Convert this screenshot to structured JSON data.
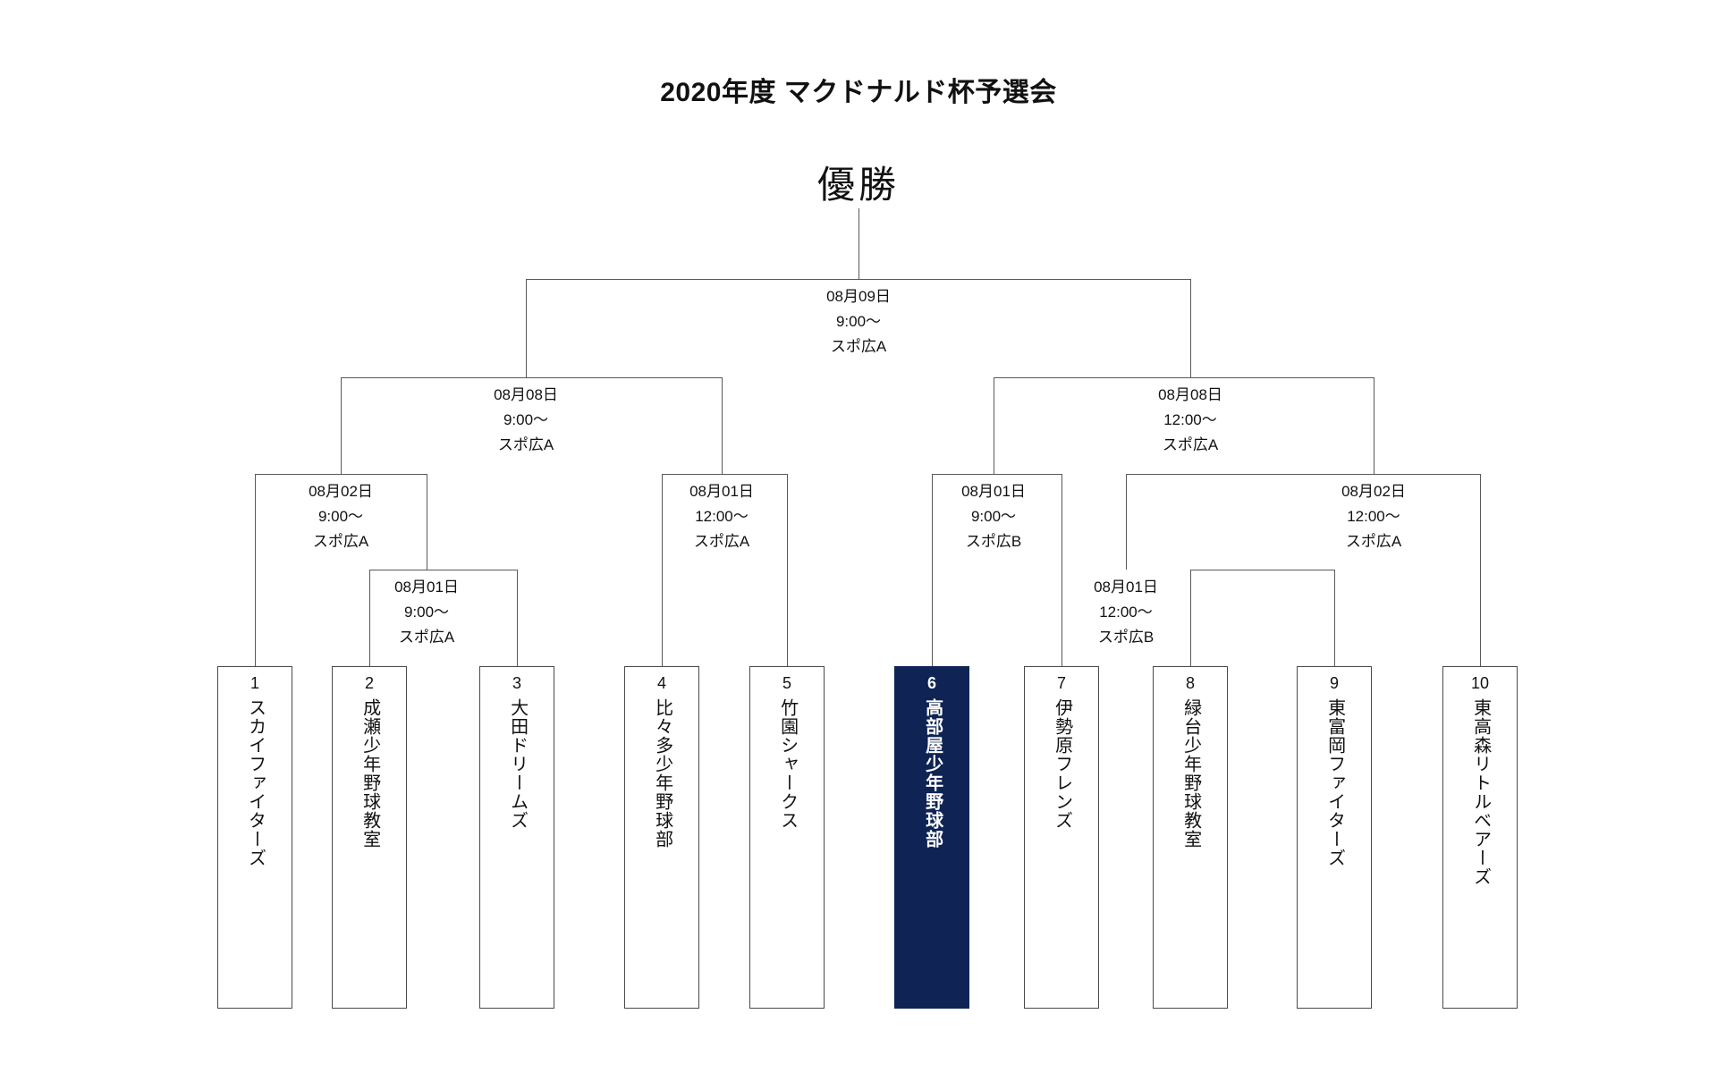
{
  "page": {
    "title": "2020年度 マクドナルド杯予選会",
    "champion_label": "優勝",
    "background_color": "#ffffff",
    "line_color": "#595959",
    "highlight_color": "#0f2354",
    "highlight_text_color": "#ffffff"
  },
  "bracket": {
    "type": "single-elimination",
    "team_count": 10,
    "rounds": [
      {
        "name": "final",
        "matches": [
          {
            "id": "final",
            "date": "08月09日",
            "time": "9:00～",
            "venue": "スポ広A",
            "feeds": [
              "semifinal-left",
              "semifinal-right"
            ]
          }
        ]
      },
      {
        "name": "semifinal",
        "matches": [
          {
            "id": "semifinal-left",
            "date": "08月08日",
            "time": "9:00～",
            "venue": "スポ広A",
            "feeds": [
              "qf-1",
              "qf-2"
            ]
          },
          {
            "id": "semifinal-right",
            "date": "08月08日",
            "time": "12:00～",
            "venue": "スポ広A",
            "feeds": [
              "qf-3",
              "qf-4"
            ]
          }
        ]
      },
      {
        "name": "quarterfinal",
        "matches": [
          {
            "id": "qf-1",
            "date": "08月02日",
            "time": "9:00～",
            "venue": "スポ広A",
            "feeds": [
              "team-1",
              "r1-a"
            ]
          },
          {
            "id": "qf-2",
            "date": "08月01日",
            "time": "12:00～",
            "venue": "スポ広A",
            "feeds": [
              "team-4",
              "team-5"
            ]
          },
          {
            "id": "qf-3",
            "date": "08月01日",
            "time": "9:00～",
            "venue": "スポ広B",
            "feeds": [
              "team-6",
              "team-7"
            ]
          },
          {
            "id": "qf-4",
            "date": "08月02日",
            "time": "12:00～",
            "venue": "スポ広A",
            "feeds": [
              "r1-b",
              "team-10"
            ]
          }
        ]
      },
      {
        "name": "first-round",
        "matches": [
          {
            "id": "r1-a",
            "date": "08月01日",
            "time": "9:00～",
            "venue": "スポ広A",
            "feeds": [
              "team-2",
              "team-3"
            ]
          },
          {
            "id": "r1-b",
            "date": "08月01日",
            "time": "12:00～",
            "venue": "スポ広B",
            "feeds": [
              "team-8",
              "team-9"
            ]
          }
        ]
      }
    ],
    "teams": [
      {
        "seed": "1",
        "name": "スカイファイターズ",
        "highlighted": false
      },
      {
        "seed": "2",
        "name": "成瀬少年野球教室",
        "highlighted": false
      },
      {
        "seed": "3",
        "name": "大田ドリームズ",
        "highlighted": false
      },
      {
        "seed": "4",
        "name": "比々多少年野球部",
        "highlighted": false
      },
      {
        "seed": "5",
        "name": "竹園シャークス",
        "highlighted": false
      },
      {
        "seed": "6",
        "name": "高部屋少年野球部",
        "highlighted": true
      },
      {
        "seed": "7",
        "name": "伊勢原フレンズ",
        "highlighted": false
      },
      {
        "seed": "8",
        "name": "緑台少年野球教室",
        "highlighted": false
      },
      {
        "seed": "9",
        "name": "東富岡ファイターズ",
        "highlighted": false
      },
      {
        "seed": "10",
        "name": "東高森リトルベアーズ",
        "highlighted": false
      }
    ]
  }
}
